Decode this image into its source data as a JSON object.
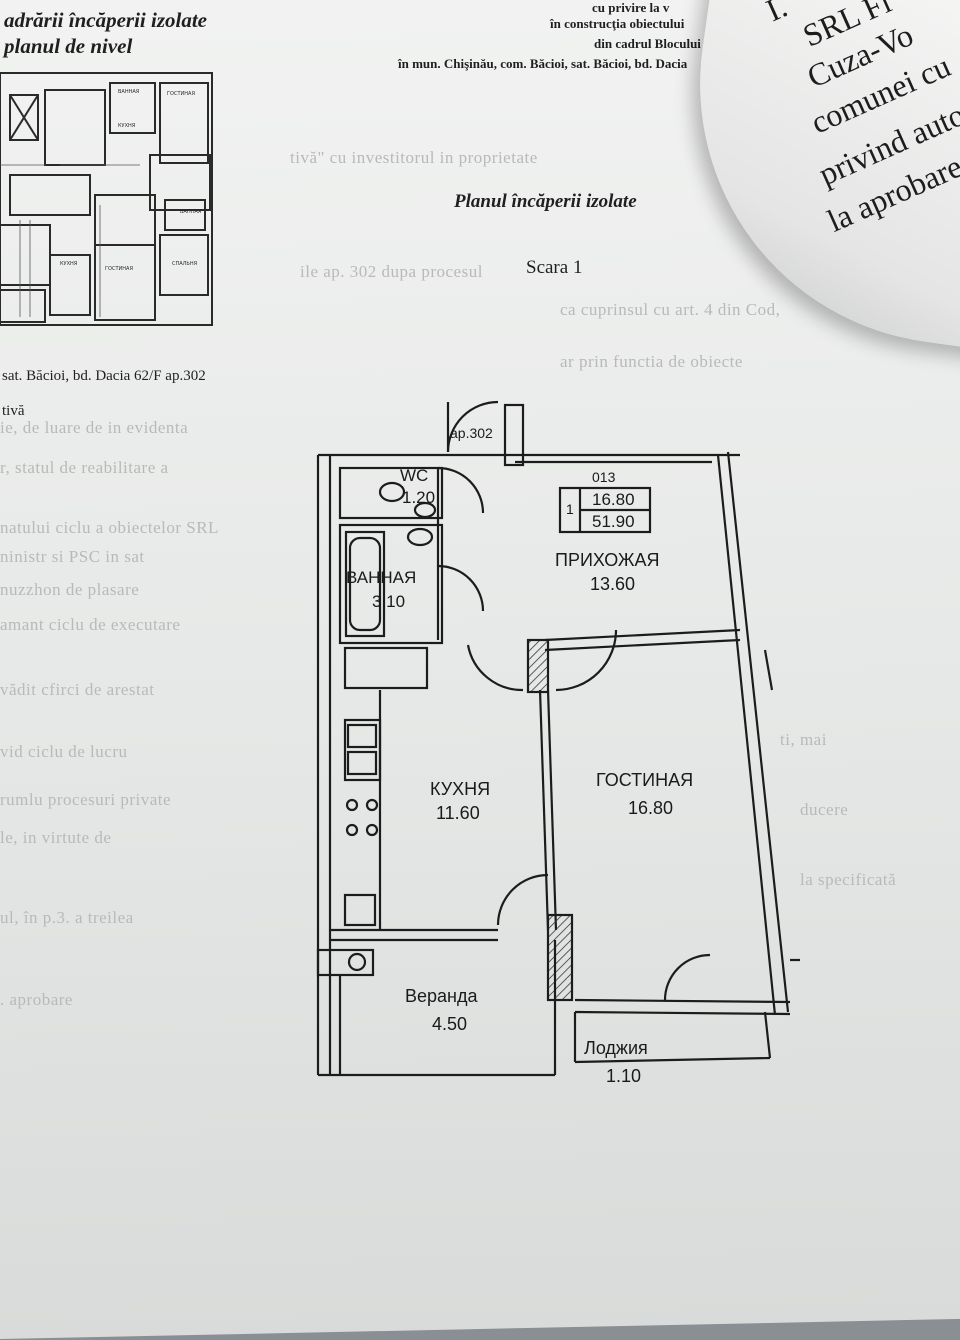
{
  "header": {
    "title_left_line1": "adrării încăperii izolate",
    "title_left_line2": "planul de nivel",
    "right_line1": "cu privire la v",
    "right_line2": "în construcţia obiectului",
    "right_line3": "din cadrul Blocului",
    "right_line4": "în mun. Chişinău, com. Băcioi, sat. Băcioi, bd. Dacia"
  },
  "address": "sat. Băcioi, bd. Dacia 62/F ap.302",
  "fragment": "tivă",
  "plan": {
    "title": "Planul încăperii izolate",
    "scale": "Scara 1",
    "apartment": "ap.302",
    "info_block": {
      "code": "013",
      "number": "1",
      "living_area": "16.80",
      "total_area": "51.90"
    },
    "rooms": [
      {
        "name": "WC",
        "area": "1.20"
      },
      {
        "name": "ВАННАЯ",
        "area": "3.10"
      },
      {
        "name": "ПРИХОЖАЯ",
        "area": "13.60"
      },
      {
        "name": "КУХНЯ",
        "area": "11.60"
      },
      {
        "name": "ГОСТИНАЯ",
        "area": "16.80"
      },
      {
        "name": "Веранда",
        "area": "4.50"
      },
      {
        "name": "Лоджия",
        "area": "1.10"
      }
    ]
  },
  "curled_page_lines": [
    "I.",
    "SRL Fi",
    "Cuza-Vo",
    "comunei cu",
    "privind autor",
    "la aprobare"
  ]
}
